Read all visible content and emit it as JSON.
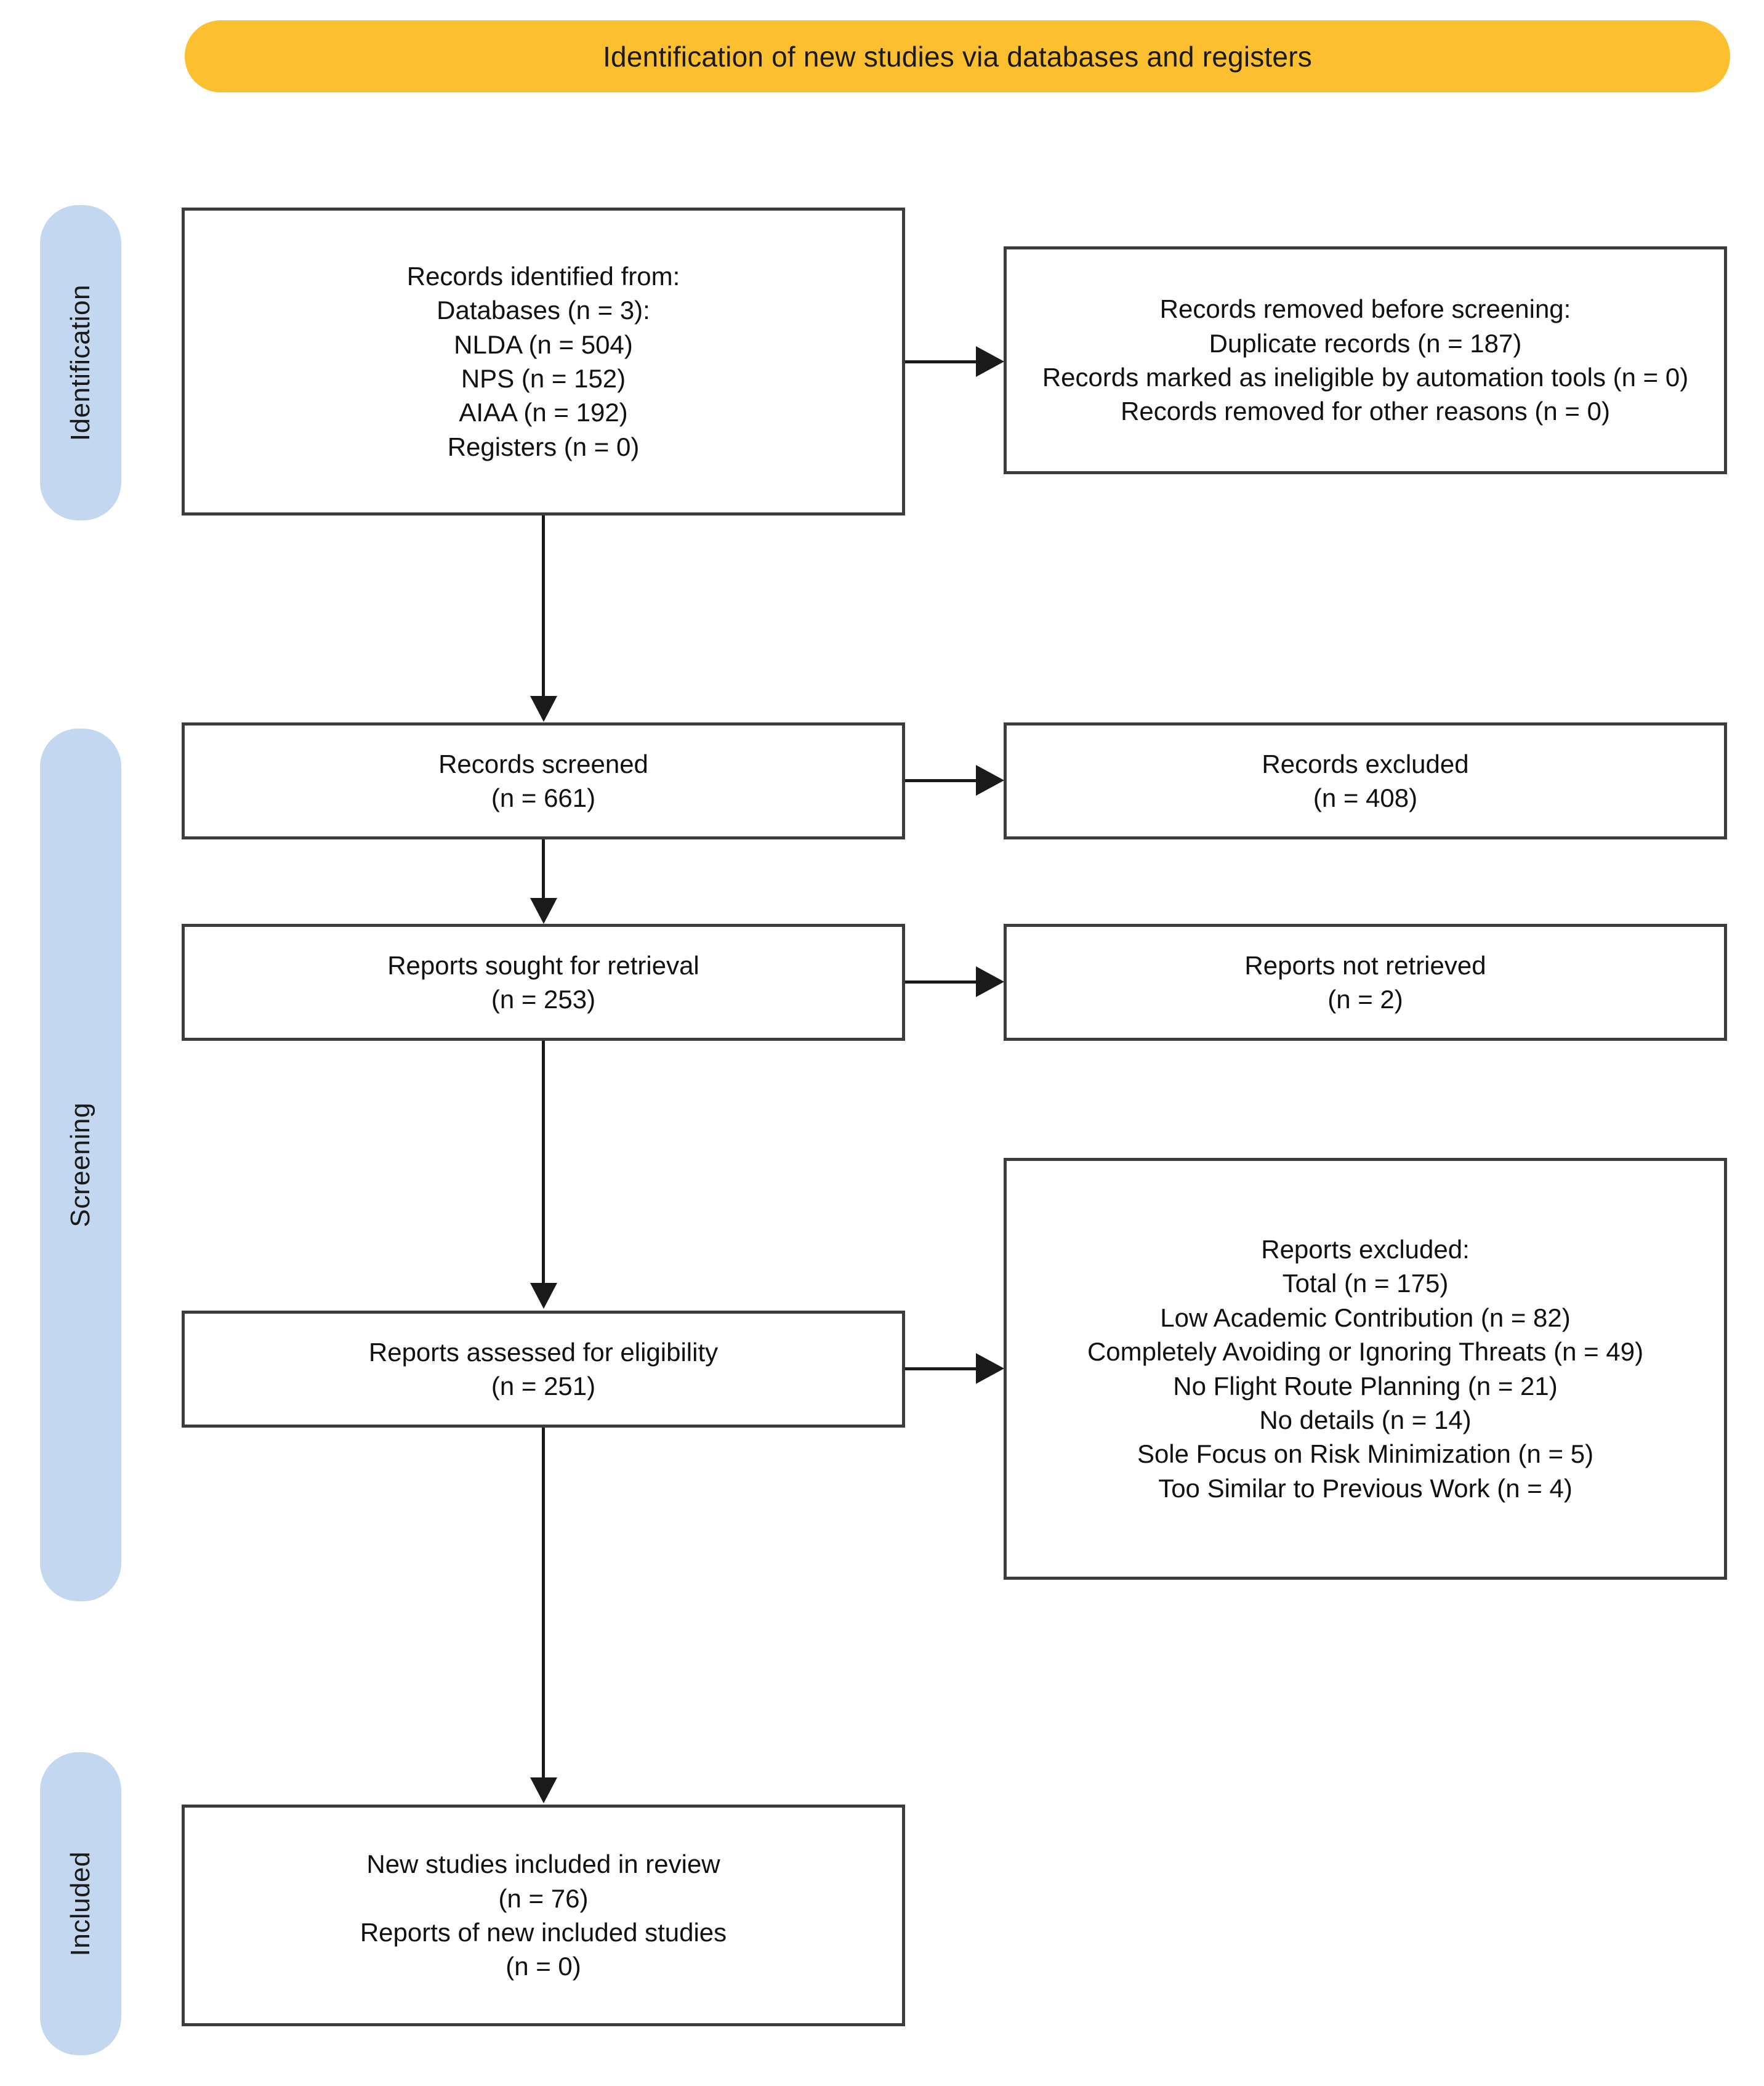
{
  "diagram": {
    "title": "Identification of new studies via databases and registers",
    "stages": [
      {
        "name": "identification",
        "label": "Identification"
      },
      {
        "name": "screening",
        "label": "Screening"
      },
      {
        "name": "included",
        "label": "Included"
      }
    ],
    "colors": {
      "banner": "#FCBF30",
      "stage_sidebar": "#C3D7F0",
      "box_border": "#3C3C3C",
      "box_fill": "#FFFFFF",
      "connector": "#1A1A1A",
      "text": "#111111"
    },
    "boxes": {
      "records_identified": {
        "lines": [
          "Records identified from:",
          "Databases (n = 3):",
          "NLDA (n = 504)",
          "NPS (n = 152)",
          "AIAA (n = 192)",
          "Registers (n = 0)"
        ]
      },
      "records_removed": {
        "lines": [
          "Records removed before screening:",
          "Duplicate records (n = 187)",
          "Records marked as ineligible by automation tools (n = 0)",
          "Records removed for other reasons (n = 0)"
        ]
      },
      "records_screened": {
        "lines": [
          "Records screened",
          "(n = 661)"
        ]
      },
      "records_excluded": {
        "lines": [
          "Records excluded",
          "(n = 408)"
        ]
      },
      "reports_sought": {
        "lines": [
          "Reports sought for retrieval",
          "(n = 253)"
        ]
      },
      "reports_not_retrieved": {
        "lines": [
          "Reports not retrieved",
          "(n = 2)"
        ]
      },
      "reports_assessed": {
        "lines": [
          "Reports assessed for eligibility",
          "(n = 251)"
        ]
      },
      "reports_excluded": {
        "lines": [
          "Reports excluded:",
          "Total (n = 175)",
          "Low Academic Contribution (n = 82)",
          "Completely Avoiding or Ignoring Threats (n = 49)",
          "No Flight Route Planning (n = 21)",
          "No details (n = 14)",
          "Sole Focus on Risk Minimization (n = 5)",
          "Too Similar to Previous Work (n = 4)"
        ]
      },
      "new_studies_included": {
        "lines": [
          "New studies included in review",
          "(n = 76)",
          "Reports of new included studies",
          "(n = 0)"
        ]
      }
    },
    "flow_counts": {
      "databases_total": 3,
      "nlda": 504,
      "nps": 152,
      "aiaa": 192,
      "registers": 0,
      "duplicates_removed": 187,
      "automation_removed": 0,
      "other_removed": 0,
      "screened": 661,
      "excluded_screening": 408,
      "sought_for_retrieval": 253,
      "not_retrieved": 2,
      "assessed_eligibility": 251,
      "reports_excluded_total": 175,
      "low_academic_contribution": 82,
      "avoiding_ignoring_threats": 49,
      "no_flight_route_planning": 21,
      "no_details": 14,
      "sole_focus_risk_minimization": 5,
      "too_similar_previous_work": 4,
      "new_studies_included": 76,
      "reports_new_included_studies": 0
    }
  }
}
